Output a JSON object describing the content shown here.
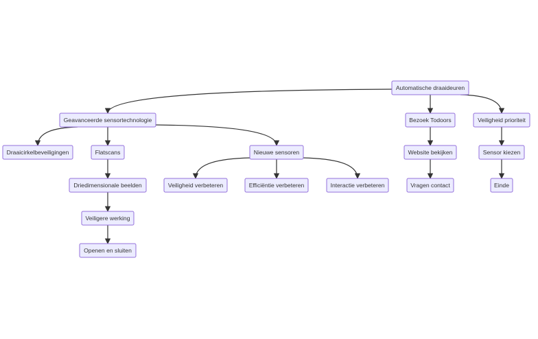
{
  "diagram": {
    "type": "flowchart",
    "colors": {
      "node_fill": "#ECECFF",
      "node_stroke": "#9370DB",
      "edge": "#333333",
      "text": "#333333"
    },
    "nodes": [
      {
        "id": "auto",
        "label": "Automatische draaideuren"
      },
      {
        "id": "geav",
        "label": "Geavanceerde sensortechnologie"
      },
      {
        "id": "bezoek",
        "label": "Bezoek Todoors"
      },
      {
        "id": "veiligheidprio",
        "label": "Veiligheid prioriteit"
      },
      {
        "id": "draaicirkel",
        "label": "Draaicirkelbeveiligingen"
      },
      {
        "id": "flatscans",
        "label": "Flatscans"
      },
      {
        "id": "nieuwe",
        "label": "Nieuwe sensoren"
      },
      {
        "id": "website",
        "label": "Website bekijken"
      },
      {
        "id": "sensorkiezen",
        "label": "Sensor kiezen"
      },
      {
        "id": "driedim",
        "label": "Driedimensionale beelden"
      },
      {
        "id": "veiligheidverb",
        "label": "Veiligheid verbeteren"
      },
      {
        "id": "efficientie",
        "label": "Efficiëntie verbeteren"
      },
      {
        "id": "interactie",
        "label": "Interactie verbeteren"
      },
      {
        "id": "vragen",
        "label": "Vragen contact"
      },
      {
        "id": "einde",
        "label": "Einde"
      },
      {
        "id": "veiligere",
        "label": "Veiligere werking"
      },
      {
        "id": "openen",
        "label": "Openen en sluiten"
      }
    ],
    "edges": [
      {
        "from": "auto",
        "to": "geav"
      },
      {
        "from": "auto",
        "to": "bezoek"
      },
      {
        "from": "auto",
        "to": "veiligheidprio"
      },
      {
        "from": "geav",
        "to": "draaicirkel"
      },
      {
        "from": "geav",
        "to": "flatscans"
      },
      {
        "from": "geav",
        "to": "nieuwe"
      },
      {
        "from": "flatscans",
        "to": "driedim"
      },
      {
        "from": "driedim",
        "to": "veiligere"
      },
      {
        "from": "veiligere",
        "to": "openen"
      },
      {
        "from": "nieuwe",
        "to": "veiligheidverb"
      },
      {
        "from": "nieuwe",
        "to": "efficientie"
      },
      {
        "from": "nieuwe",
        "to": "interactie"
      },
      {
        "from": "bezoek",
        "to": "website"
      },
      {
        "from": "website",
        "to": "vragen"
      },
      {
        "from": "veiligheidprio",
        "to": "sensorkiezen"
      },
      {
        "from": "sensorkiezen",
        "to": "einde"
      }
    ]
  }
}
